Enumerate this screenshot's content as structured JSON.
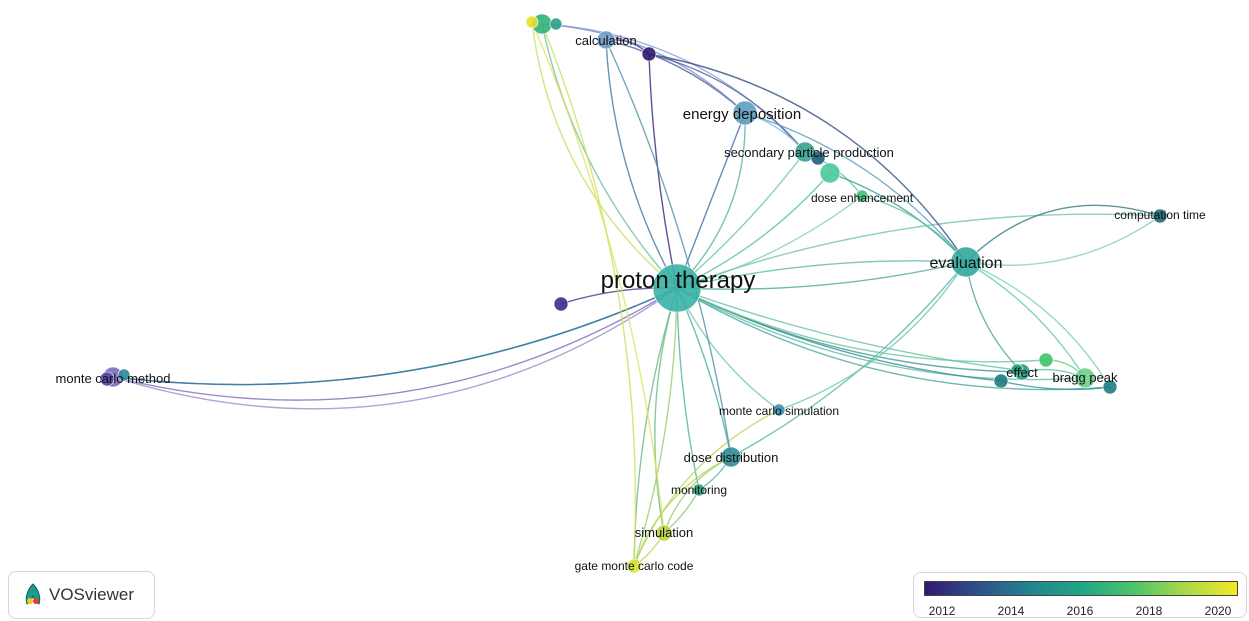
{
  "network": {
    "center_label": "proton therapy",
    "labels": {
      "calculation": "calculation",
      "energy_deposition": "energy deposition",
      "secondary_particle_production": "secondary particle production",
      "dose_enhancement": "dose enhancement",
      "computation_time": "computation time",
      "evaluation": "evaluation",
      "monte_carlo_method": "monte carlo method",
      "effect": "effect",
      "bragg_peak": "bragg peak",
      "monte_carlo_simulation": "monte carlo simulation",
      "dose_distribution": "dose distribution",
      "monitoring": "monitoring",
      "simulation": "simulation",
      "gate_monte_carlo_code": "gate monte carlo code"
    }
  },
  "logo": {
    "text": "VOSviewer",
    "icon": "vosviewer-logo-icon"
  },
  "legend": {
    "ticks": [
      "2012",
      "2014",
      "2016",
      "2018",
      "2020"
    ],
    "colors": [
      "#30196e",
      "#2f4f8c",
      "#24838e",
      "#20a684",
      "#4cc26c",
      "#a8d94a",
      "#f4e823"
    ]
  }
}
